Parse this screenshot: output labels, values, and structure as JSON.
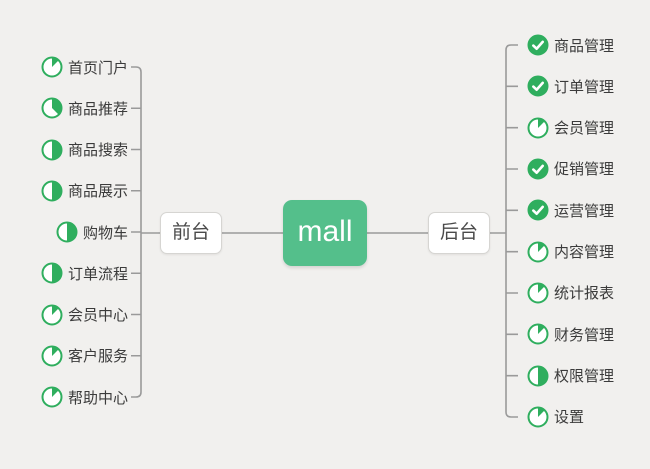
{
  "root": {
    "label": "mall"
  },
  "branches": {
    "left": {
      "label": "前台",
      "items": [
        {
          "label": "首页门户",
          "progress": 0.125
        },
        {
          "label": "商品推荐",
          "progress": 0.375
        },
        {
          "label": "商品搜索",
          "progress": 0.5
        },
        {
          "label": "商品展示",
          "progress": 0.5
        },
        {
          "label": "购物车",
          "progress": 0.5
        },
        {
          "label": "订单流程",
          "progress": 0.5
        },
        {
          "label": "会员中心",
          "progress": 0.125
        },
        {
          "label": "客户服务",
          "progress": 0.125
        },
        {
          "label": "帮助中心",
          "progress": 0.125
        }
      ]
    },
    "right": {
      "label": "后台",
      "items": [
        {
          "label": "商品管理",
          "progress": "done"
        },
        {
          "label": "订单管理",
          "progress": "done"
        },
        {
          "label": "会员管理",
          "progress": 0.125
        },
        {
          "label": "促销管理",
          "progress": "done"
        },
        {
          "label": "运营管理",
          "progress": "done"
        },
        {
          "label": "内容管理",
          "progress": 0.125
        },
        {
          "label": "统计报表",
          "progress": 0.125
        },
        {
          "label": "财务管理",
          "progress": 0.125
        },
        {
          "label": "权限管理",
          "progress": 0.5
        },
        {
          "label": "设置",
          "progress": 0.125
        }
      ]
    }
  },
  "colors": {
    "background": "#f1f0ee",
    "root_fill": "#54bf8b",
    "root_text": "#ffffff",
    "icon_green": "#2fae5e",
    "connector": "#9a9a9a",
    "node_border": "#d6d5d2",
    "label_text": "#3b3b3b"
  }
}
